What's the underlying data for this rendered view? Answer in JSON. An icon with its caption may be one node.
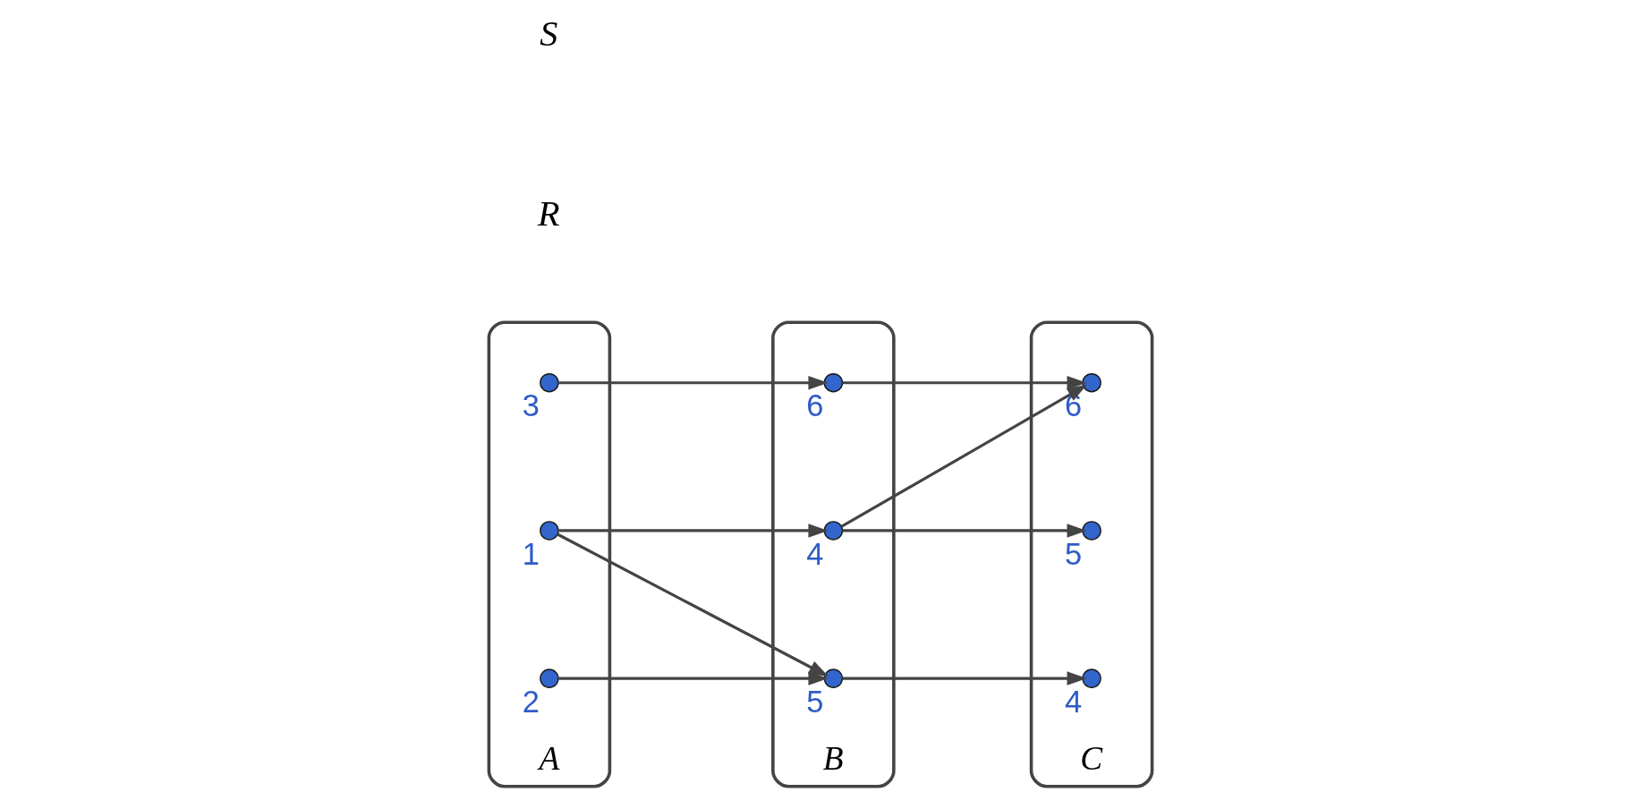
{
  "diagram": {
    "nodes": [
      {
        "text": [
          "A"
        ]
      },
      {
        "text": [],
        "shape": "circle",
        "beside": [
          "1"
        ],
        "in": 0
      },
      {
        "text": [],
        "shape": "circle",
        "beside": [
          "2"
        ],
        "in": 0
      },
      {
        "text": [],
        "shape": "circle",
        "beside": [
          "3"
        ],
        "in": 0
      },
      {
        "text": [
          "B"
        ]
      },
      {
        "text": [],
        "shape": "circle",
        "beside": [
          "4"
        ],
        "in": 4
      },
      {
        "text": [],
        "shape": "circle",
        "beside": [
          "5"
        ],
        "in": 4
      },
      {
        "text": [],
        "shape": "circle",
        "beside": [
          "6"
        ],
        "in": 4
      },
      {
        "text": [
          "C"
        ]
      },
      {
        "text": [],
        "shape": "circle",
        "beside": [
          "4"
        ],
        "in": 8
      },
      {
        "text": [],
        "shape": "circle",
        "beside": [
          "5"
        ],
        "in": 8
      },
      {
        "text": [],
        "shape": "circle",
        "beside": [
          "6"
        ],
        "in": 8
      }
    ],
    "edges": [
      {
        "from": 1,
        "to": 5,
        "arrow": "to"
      },
      {
        "from": 1,
        "to": 6,
        "arrow": "to"
      },
      {
        "from": 2,
        "to": 6,
        "arrow": "to"
      },
      {
        "from": 3,
        "to": 7,
        "arrow": "to"
      },
      {
        "from": 5,
        "to": 10,
        "arrow": "to"
      },
      {
        "from": 5,
        "to": 11,
        "arrow": "to"
      },
      {
        "from": 6,
        "to": 9,
        "arrow": "to"
      },
      {
        "from": 7,
        "to": 11,
        "arrow": "to"
      }
    ],
    "labels": [
      "R",
      "S"
    ]
  }
}
